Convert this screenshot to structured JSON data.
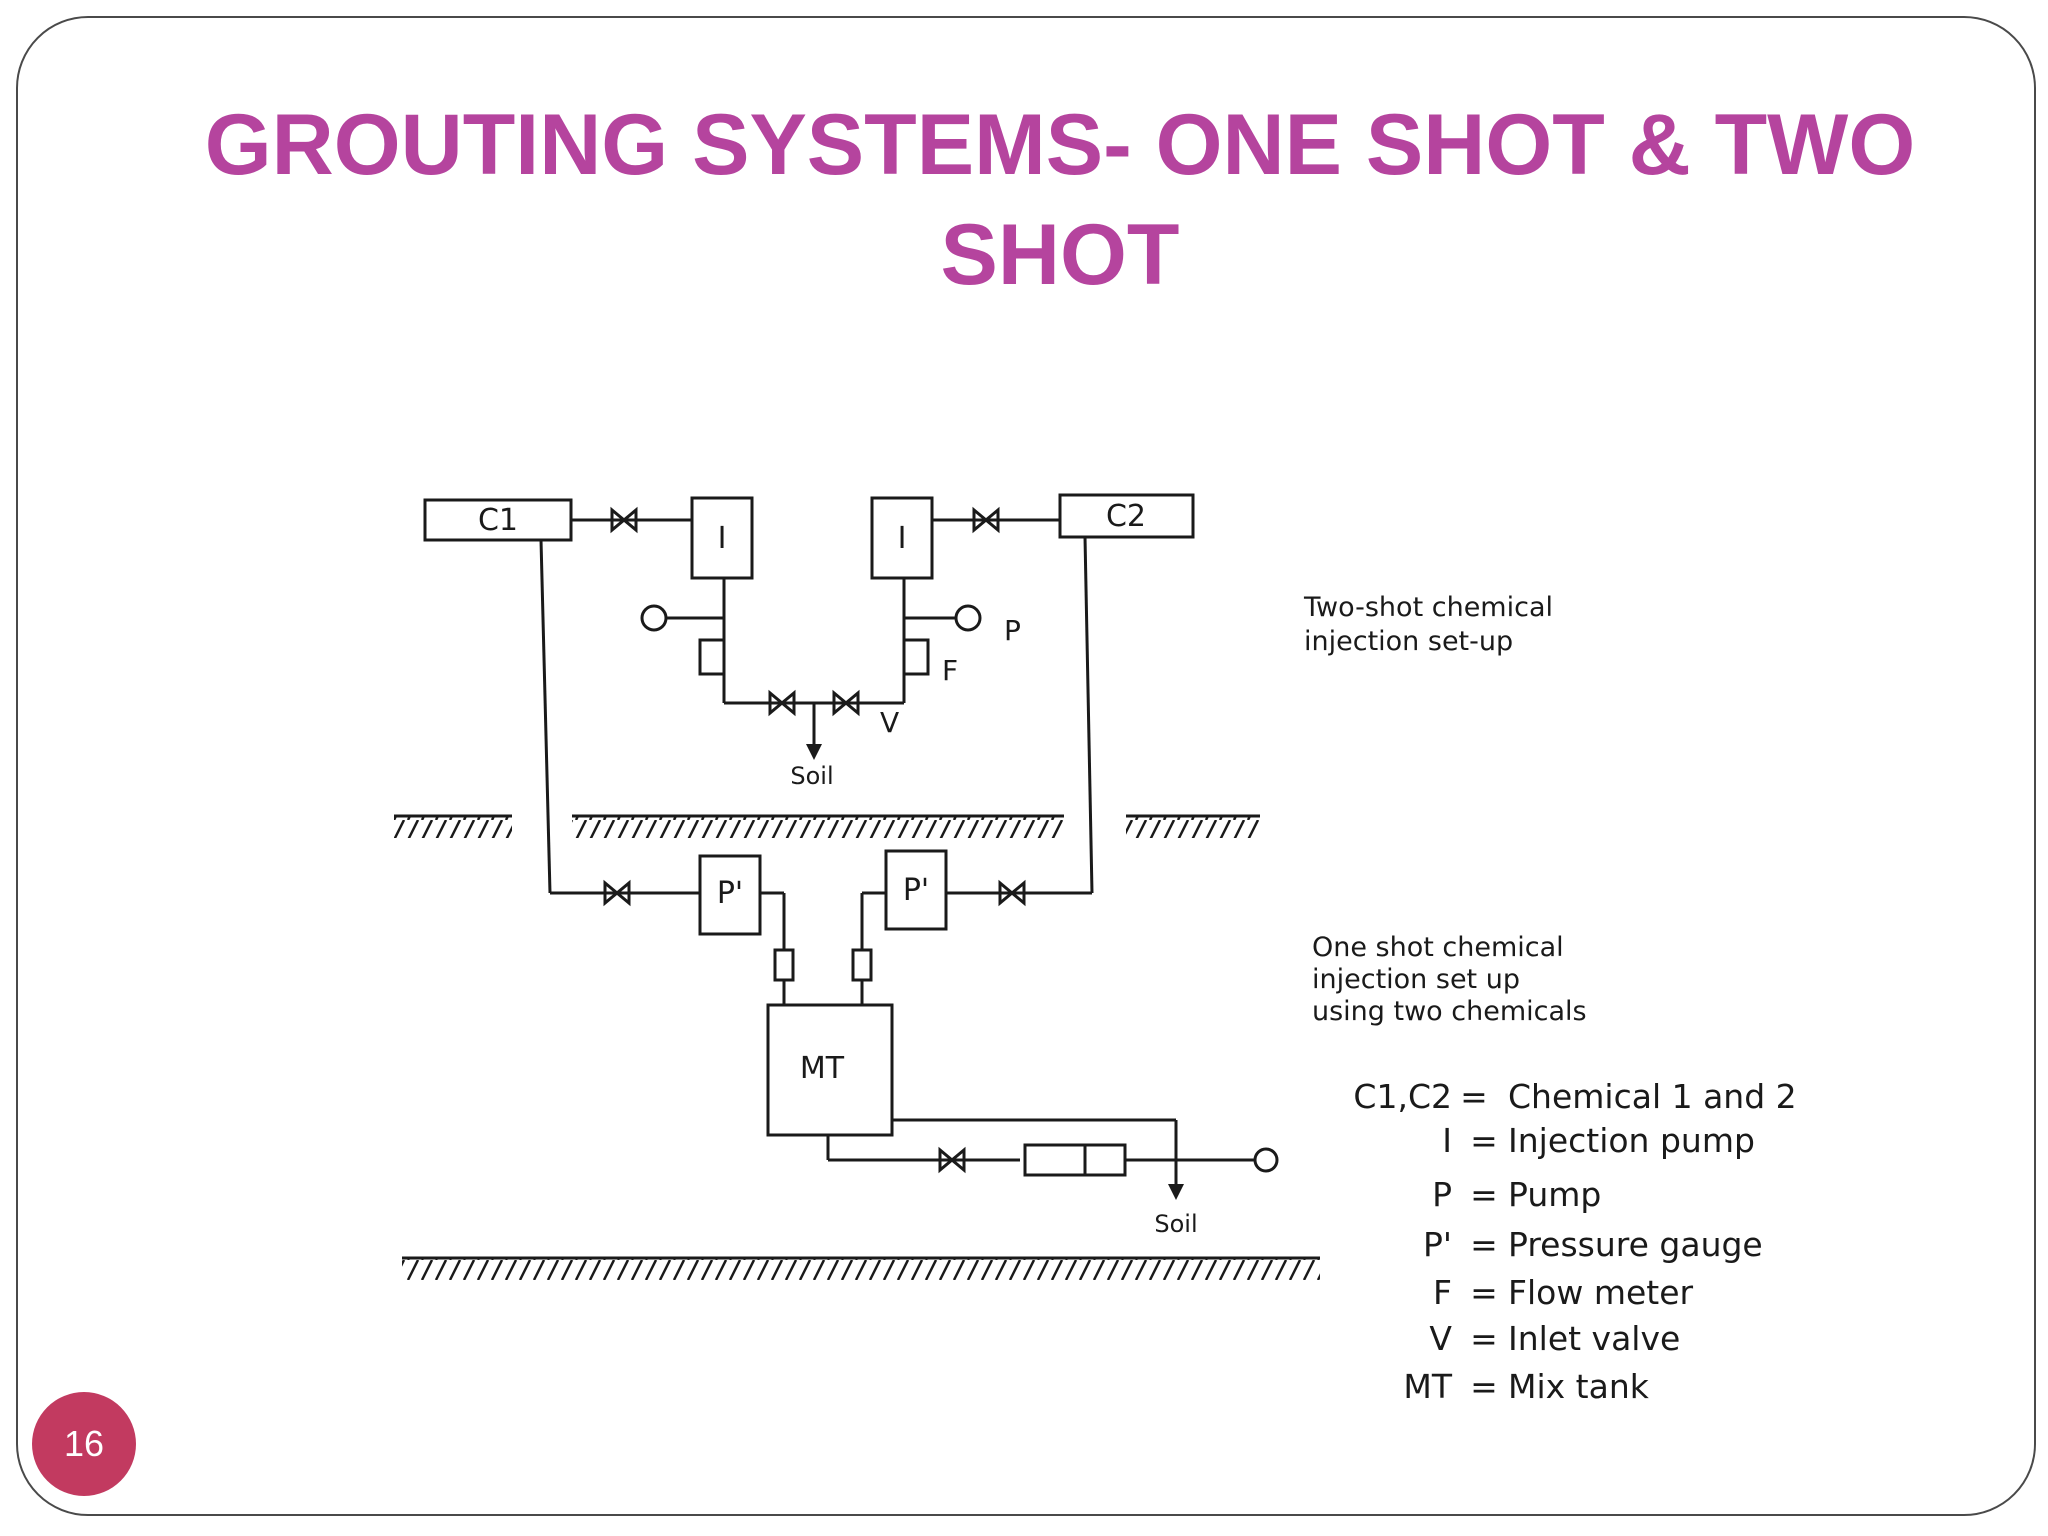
{
  "slide": {
    "title_line1": "GROUTING SYSTEMS- ONE SHOT & TWO",
    "title_line2": "SHOT",
    "page_number": "16",
    "title_color": "#b5449e",
    "badge_color": "#c23a60"
  },
  "diagram": {
    "labels": {
      "c1": "C1",
      "c2": "C2",
      "pump_left": "I",
      "pump_right": "I",
      "p": "P",
      "f": "F",
      "v": "V",
      "soil_top": "Soil",
      "soil_bottom": "Soil",
      "gauge_left": "P'",
      "gauge_right": "P'",
      "mix_tank": "MT"
    },
    "captions": {
      "two_shot_line1": "Two-shot chemical",
      "two_shot_line2": "injection set-up",
      "one_shot_line1": "One shot chemical",
      "one_shot_line2": "injection set up",
      "one_shot_line3": "using two chemicals"
    },
    "legend": [
      {
        "key": "C1,C2",
        "sep": "=",
        "text": "Chemical 1 and 2"
      },
      {
        "key": "I",
        "sep": "=",
        "text": "Injection pump"
      },
      {
        "key": "P",
        "sep": "=",
        "text": "Pump"
      },
      {
        "key": "P'",
        "sep": "=",
        "text": "Pressure gauge"
      },
      {
        "key": "F",
        "sep": "=",
        "text": "Flow meter"
      },
      {
        "key": "V",
        "sep": "=",
        "text": "Inlet valve"
      },
      {
        "key": "MT",
        "sep": "=",
        "text": "Mix tank"
      }
    ]
  }
}
